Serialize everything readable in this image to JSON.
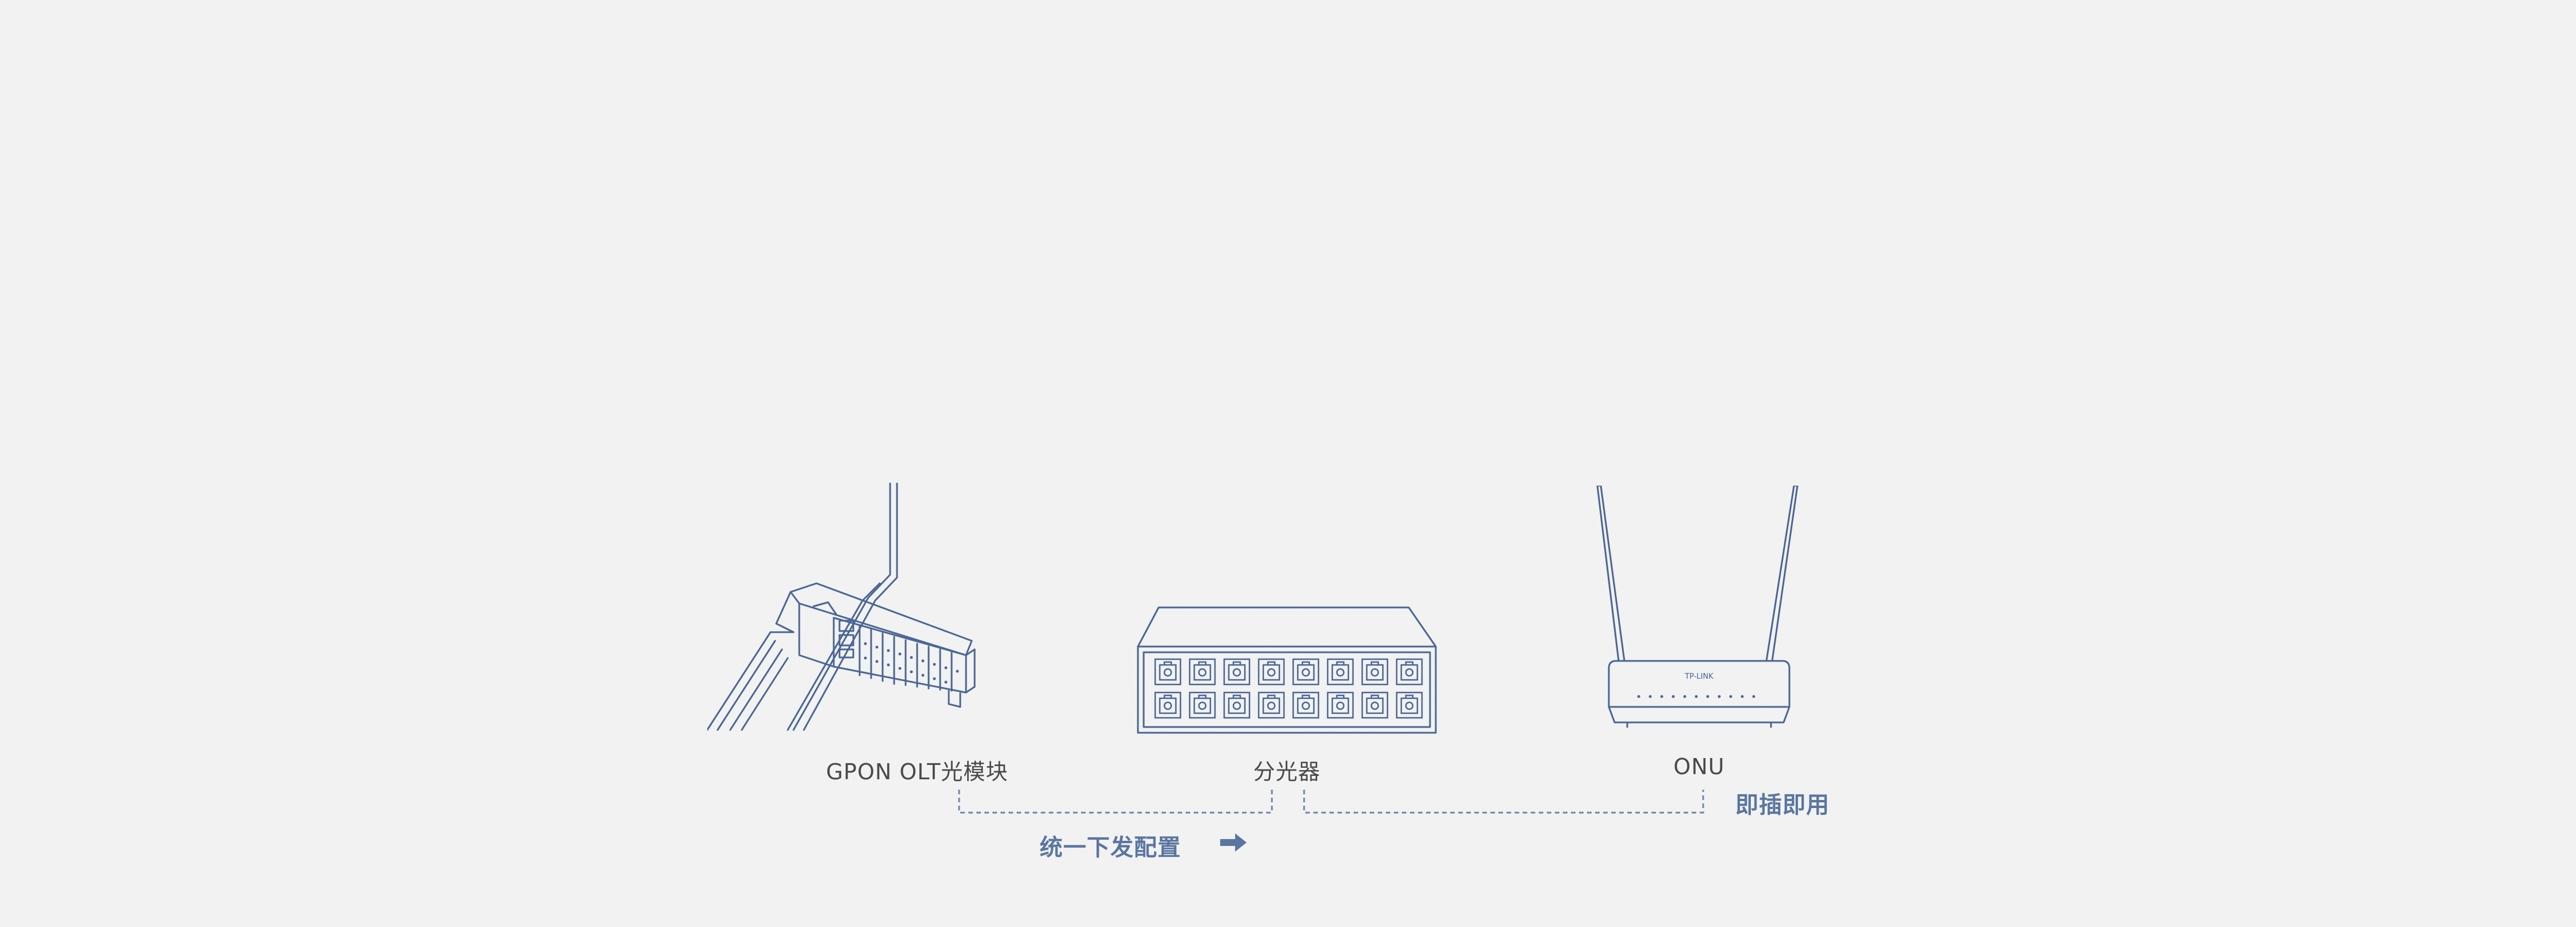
{
  "labels": {
    "olt": "GPON OLT光模块",
    "splitter": "分光器",
    "onu": "ONU"
  },
  "annotations": {
    "unified_config": "统一下发配置",
    "plug_and_play": "即插即用"
  },
  "onu_brand": "TP-LINK",
  "icons": {
    "olt": "sfp-module-icon",
    "splitter": "optical-splitter-icon",
    "onu": "router-icon",
    "arrow": "right-arrow-icon"
  },
  "colors": {
    "line": "#4a6694",
    "accent": "#5a76a0",
    "label": "#4a4a4a",
    "background": "#f3f3f3"
  }
}
